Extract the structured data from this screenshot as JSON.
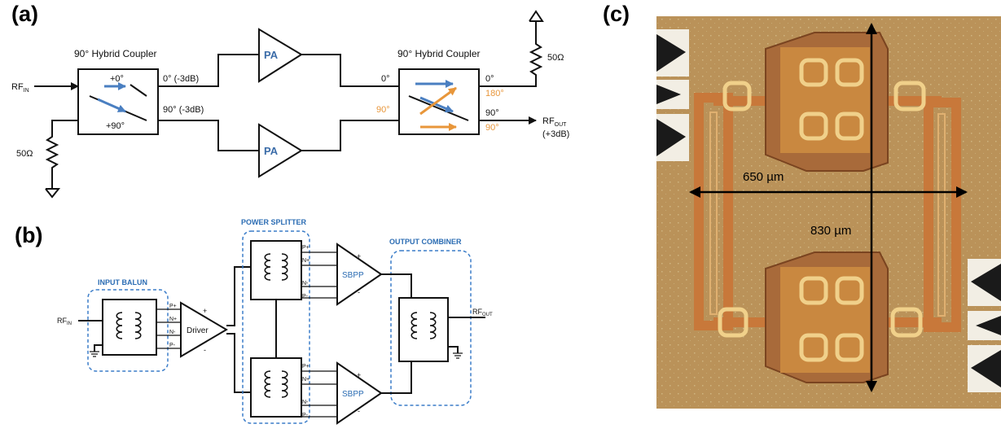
{
  "panels": {
    "a": {
      "label": "(a)",
      "coupler_left": "90° Hybrid Coupler",
      "coupler_right": "90° Hybrid Coupler",
      "rf_in": "RF",
      "rf_in_sub": "IN",
      "left_plus0": "+0°",
      "left_plus90": "+90°",
      "out_0": "0° (-3dB)",
      "out_90": "90° (-3dB)",
      "res_left": "50Ω",
      "res_right": "50Ω",
      "pa_top": "PA",
      "pa_bottom": "PA",
      "r_in_0": "0°",
      "r_in_90": "90°",
      "r_0": "0°",
      "r_180": "180°",
      "r_90": "90°",
      "r_90b": "90°",
      "rf_out": "RF",
      "rf_out_sub": "OUT",
      "rf_out_gain": "(+3dB)"
    },
    "b": {
      "label": "(b)",
      "input_balun": "INPUT BALUN",
      "power_splitter": "POWER SPLITTER",
      "output_combiner": "OUTPUT COMBINER",
      "rf_in": "RF",
      "rf_in_sub": "IN",
      "rf_out": "RF",
      "rf_out_sub": "OUT",
      "driver": "Driver",
      "sbpp_top": "SBPP",
      "sbpp_bottom": "SBPP",
      "pins": [
        "P+",
        "N+",
        "N-",
        "P-"
      ],
      "plus": "+",
      "minus": "-"
    },
    "c": {
      "label": "(c)",
      "dim_width": "650 µm",
      "dim_height": "830 µm"
    }
  },
  "colors": {
    "blue_arrow": "#4a7fc1",
    "orange_arrow": "#e8963a",
    "dashed_box": "#3b7dc9",
    "die_background": "#b48c52"
  }
}
